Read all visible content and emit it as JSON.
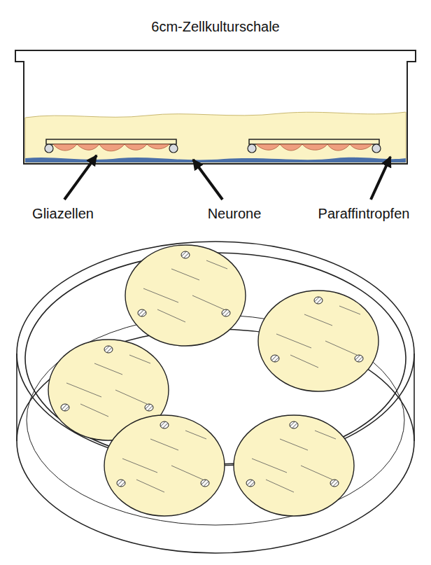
{
  "diagram": {
    "title": "6cm-Zellkulturschale",
    "labels": [
      "Gliazellen",
      "Neurone",
      "Paraffintropfen"
    ]
  }
}
